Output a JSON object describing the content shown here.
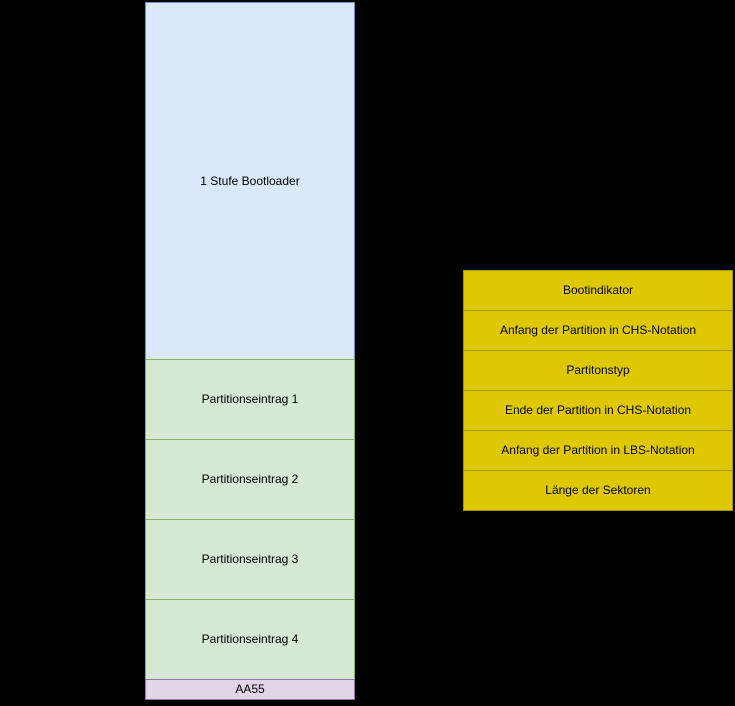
{
  "diagram": {
    "mbr_column": {
      "bootloader_label": "1 Stufe Bootloader",
      "partition_entries": [
        "Partitionseintrag 1",
        "Partitionseintrag 2",
        "Partitionseintrag 3",
        "Partitionseintrag 4"
      ],
      "signature_label": "AA55"
    },
    "partition_entry_fields": [
      "Bootindikator",
      "Anfang der Partition in CHS-Notation",
      "Partitonstyp",
      "Ende der Partition in CHS-Notation",
      "Anfang der Partition in LBS-Notation",
      "Länge der Sektoren"
    ]
  },
  "colors": {
    "background": "#000000",
    "text": "#000000",
    "bootloader_fill": "#dae8fc",
    "bootloader_border": "#6c8ebf",
    "partition_fill": "#d5e8d4",
    "partition_border": "#82b366",
    "signature_fill": "#e1d5e7",
    "signature_border": "#9673a6",
    "field_fill": "#e0c800",
    "field_border": "#a89600"
  }
}
